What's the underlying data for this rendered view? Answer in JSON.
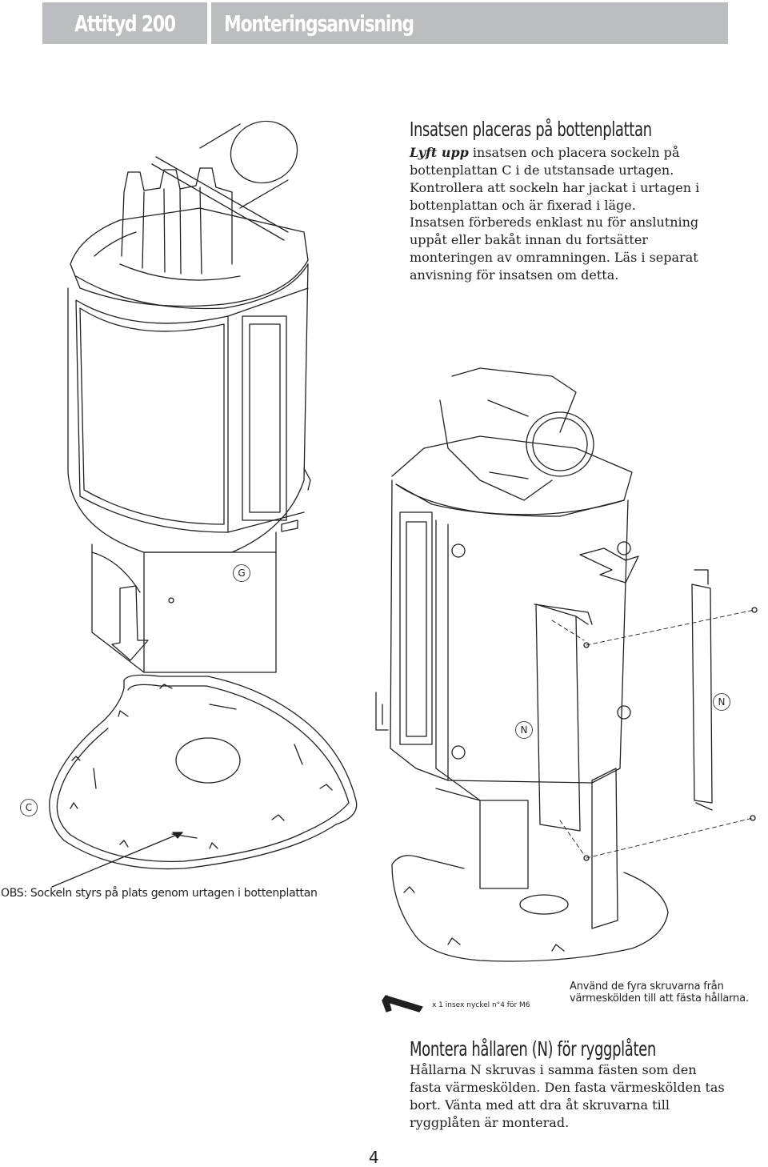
{
  "header": {
    "product": "Attityd 200",
    "document": "Monteringsanvisning"
  },
  "section1": {
    "heading": "Insatsen placeras på bottenplattan",
    "p1_lead": "Lyft upp",
    "p1_rest": " insatsen och placera sockeln på bottenplattan C i de utstansade urtagen. Kontrollera att sockeln har jackat i urtagen i bottenplattan och är fixerad i läge.",
    "p2": "Insatsen förbereds enklast nu för anslutning uppåt eller bakåt innan du fortsätter monteringen av omramningen. Läs i separat anvisning för insatsen om detta."
  },
  "callouts": {
    "g": "G",
    "c": "C",
    "n1": "N",
    "n2": "N"
  },
  "notes": {
    "obs": "OBS: Sockeln styrs på plats genom urtagen i bottenplattan",
    "tool": "x 1 insex nyckel n°4 för M6",
    "screws": "Använd de fyra skruvarna från värmeskölden till att fästa hållarna."
  },
  "section2": {
    "heading": "Montera hållaren (N) för ryggplåten",
    "p1": "Hållarna N skruvas i samma fästen som den fasta värmeskölden. Den fasta värmeskölden tas bort. Vänta med att dra åt skruvarna till ryggplåten är monterad."
  },
  "page_number": "4"
}
